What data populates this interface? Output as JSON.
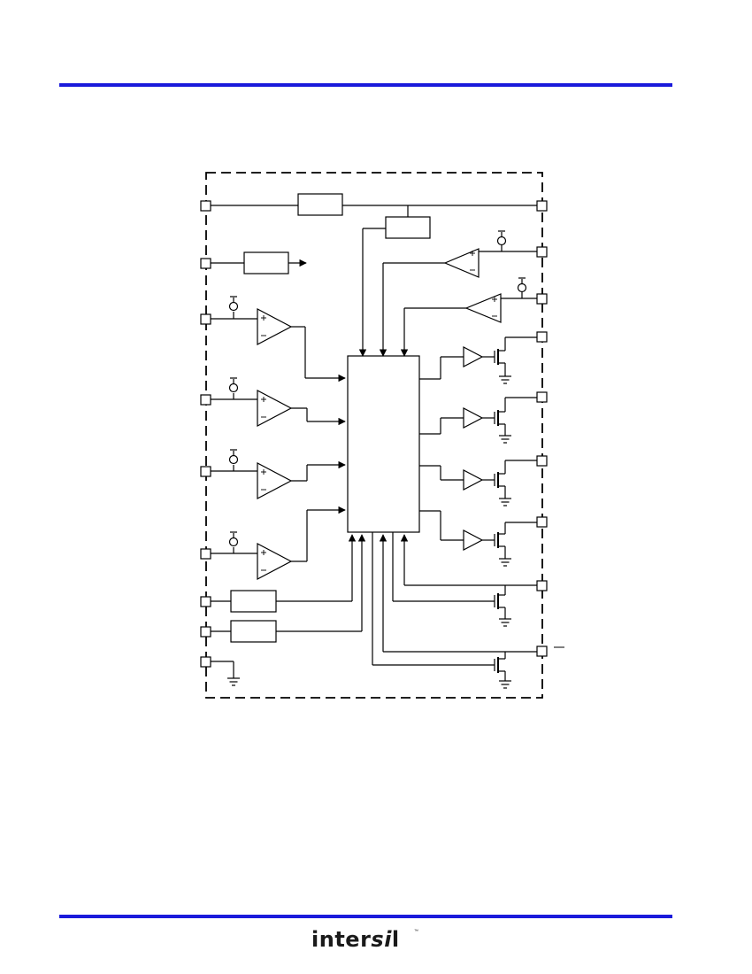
{
  "page": {
    "rule_color": "#1a1adb",
    "line_color": "#000000"
  },
  "logo": {
    "text_main": "inter",
    "text_si": "si",
    "text_l": "l",
    "trademark": "™"
  }
}
